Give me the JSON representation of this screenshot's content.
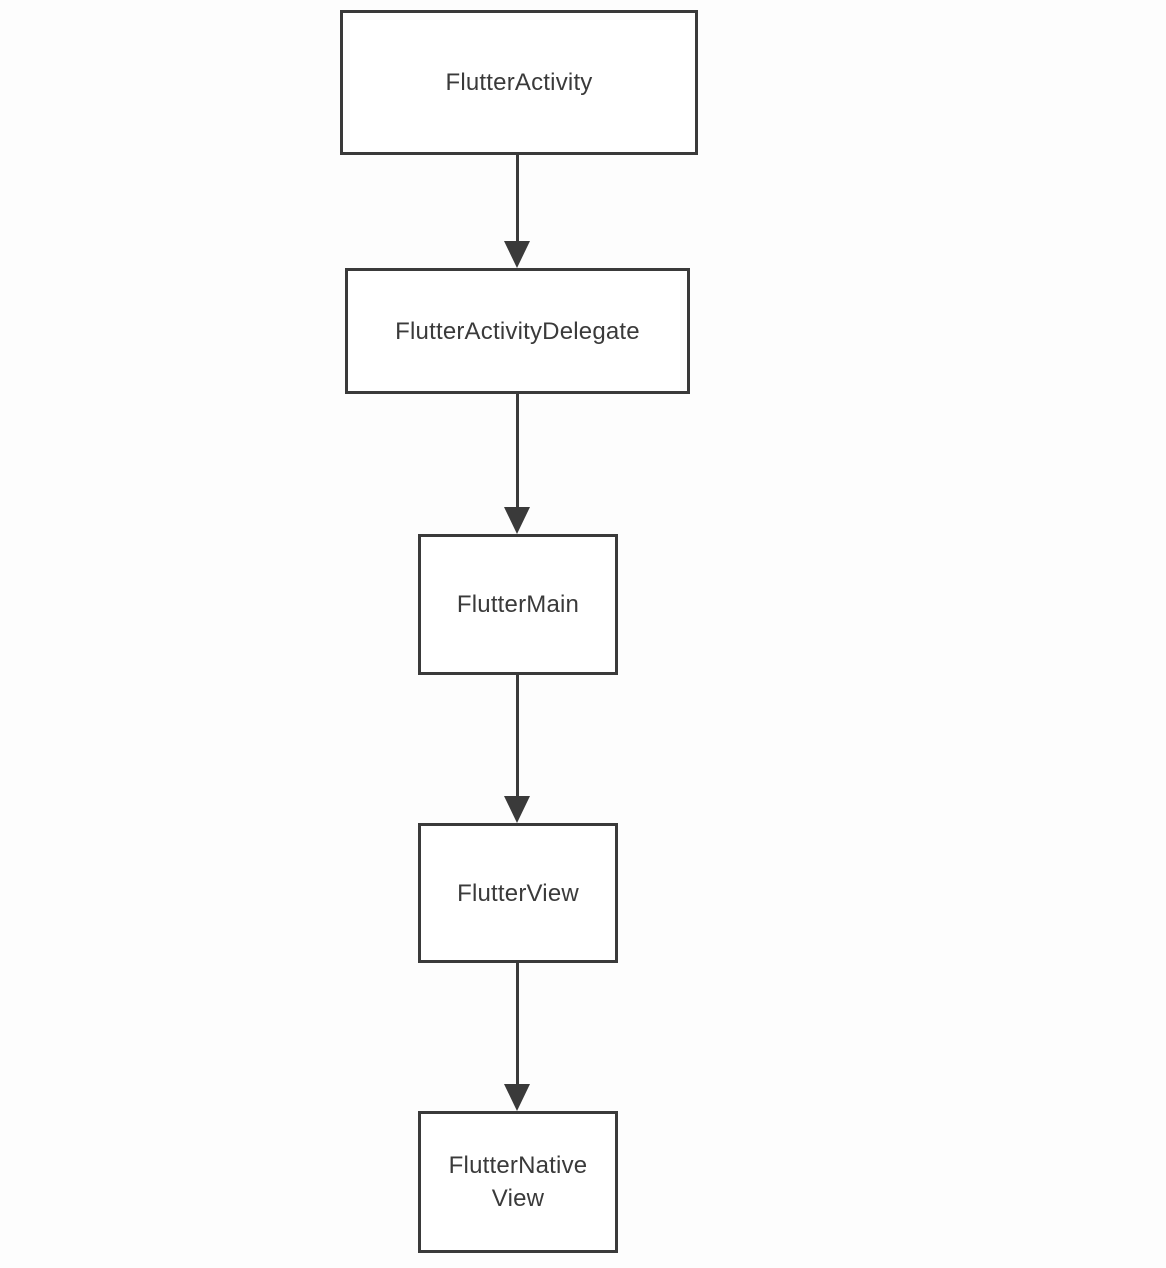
{
  "diagram": {
    "type": "flowchart",
    "direction": "top-down",
    "nodes": [
      {
        "id": "flutter-activity",
        "label": "FlutterActivity"
      },
      {
        "id": "flutter-activity-delegate",
        "label": "FlutterActivityDelegate"
      },
      {
        "id": "flutter-main",
        "label": "FlutterMain"
      },
      {
        "id": "flutter-view",
        "label": "FlutterView"
      },
      {
        "id": "flutter-native-view",
        "label": "FlutterNative View"
      }
    ],
    "edges": [
      {
        "from": "FlutterActivity",
        "to": "FlutterActivityDelegate",
        "style": "solid-arrow-down"
      },
      {
        "from": "FlutterActivityDelegate",
        "to": "FlutterMain",
        "style": "solid-arrow-down"
      },
      {
        "from": "FlutterMain",
        "to": "FlutterView",
        "style": "solid-arrow-down"
      },
      {
        "from": "FlutterView",
        "to": "FlutterNative View",
        "style": "solid-arrow-down"
      }
    ],
    "colors": {
      "background": "#fdfdfd",
      "box_fill": "#ffffff",
      "box_border": "#3a3a3a",
      "text": "#3a3a3a",
      "arrow": "#3a3a3a"
    }
  }
}
